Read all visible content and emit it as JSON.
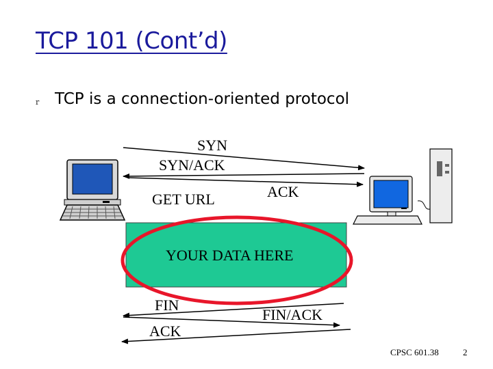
{
  "slide": {
    "title": "TCP 101 (Cont’d)",
    "bullet": "TCP is a connection-oriented protocol",
    "bullet_glyph": "r"
  },
  "diagram": {
    "messages": [
      "SYN",
      "SYN/ACK",
      "GET URL",
      "ACK",
      "FIN",
      "FIN/ACK",
      "ACK"
    ],
    "data_box_label": "YOUR DATA HERE",
    "data_box_color": "#1ec994",
    "highlight_color": "#e8162a"
  },
  "footer": {
    "course": "CPSC 601.38",
    "page": "2"
  }
}
